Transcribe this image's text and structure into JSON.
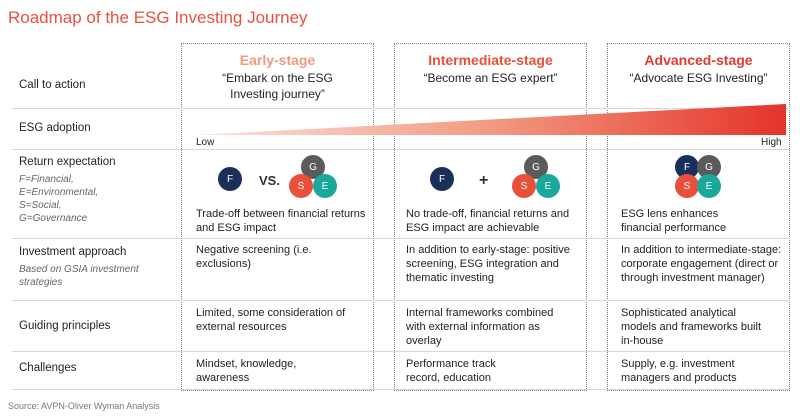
{
  "title": "Roadmap of the ESG Investing Journey",
  "colors": {
    "accent": "#e9503d",
    "early": "#f29a81",
    "adv": "#e03a2f",
    "navy": "#1b2f5b",
    "grey": "#5b5b5b",
    "red": "#e8503a",
    "teal": "#1aa89b"
  },
  "stages": [
    {
      "name": "Early-stage",
      "quote": "“Embark on the ESG Investing journey”"
    },
    {
      "name": "Intermediate-stage",
      "quote": "“Become an ESG expert”"
    },
    {
      "name": "Advanced-stage",
      "quote": "“Advocate ESG Investing”"
    }
  ],
  "rows": {
    "call_to_action": "Call to action",
    "esg_adoption": "ESG adoption",
    "return_expectation": "Return expectation",
    "return_legend": [
      "F=Financial,",
      "E=Environmental,",
      "S=Social,",
      "G=Governance"
    ],
    "investment_approach": "Investment approach",
    "investment_sub": "Based on GSIA investment strategies",
    "guiding_principles": "Guiding principles",
    "challenges": "Challenges"
  },
  "adoption": {
    "low": "Low",
    "high": "High"
  },
  "icons": {
    "F": "F",
    "G": "G",
    "S": "S",
    "E": "E",
    "vs": "VS.",
    "plus": "+"
  },
  "return_text": [
    "Trade-off between financial returns and ESG impact",
    "No trade-off, financial returns and ESG impact are achievable",
    "ESG lens enhances financial performance"
  ],
  "investment_text": [
    "Negative screening (i.e. exclusions)",
    "In addition to early-stage: positive screening, ESG integration and thematic investing",
    "In addition to intermediate-stage: corporate engagement (direct or through investment manager)"
  ],
  "guiding_text": [
    "Limited, some consideration of external resources",
    "Internal frameworks combined with external information as overlay",
    "Sophisticated analytical models and frameworks built in-house"
  ],
  "challenges_text": [
    "Mindset, knowledge, awareness",
    "Performance track record, education",
    "Supply, e.g. investment managers and products"
  ],
  "source": "Source: AVPN-Oliver Wyman Analysis"
}
